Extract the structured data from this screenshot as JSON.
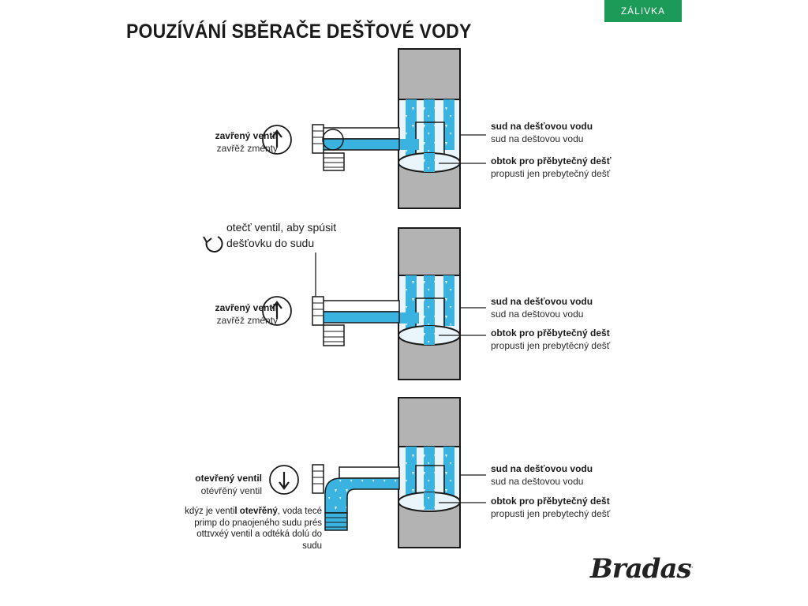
{
  "header": {
    "title": "POUZÍVÁNÍ SBĚRAČE DEŠŤOVÉ VODY",
    "badge": "ZÁLIVKA"
  },
  "colors": {
    "water": "#3bb3e0",
    "pipe": "#b3b3b3",
    "outline": "#1a1a1a",
    "badge": "#1c9a58"
  },
  "panels": [
    {
      "state_title": "zavřený ventil",
      "state_sub": "zavřěž zménty",
      "arrow": "up",
      "right_label_1": "sud na dešťovou vodu",
      "right_sub_1": "sud na deštovou vodu",
      "right_label_2": "obtok pro přěbytečný dešť",
      "right_sub_2": "propusti jen prebytečný dešť"
    },
    {
      "state_title": "zavřený ventil",
      "state_sub": "zavřěž zménty",
      "arrow": "up",
      "right_label_1": "sud na dešťovou vodu",
      "right_sub_1": "sud na deštovou vodu",
      "right_label_2": "obtok pro přěbytečný dešt",
      "right_sub_2": "propusti jen prebytěcný dešť"
    },
    {
      "state_title": "otevřený ventil",
      "state_sub": "otévřěný ventil",
      "arrow": "down",
      "right_label_1": "sud na dešťovou vodu",
      "right_sub_1": "sud na deštovou vodu",
      "right_label_2": "obtok pro přěbytečný dešt",
      "right_sub_2": "propusti jen prebytechý dešť"
    }
  ],
  "instruction": {
    "line1": "otečť ventil, aby spúsit",
    "line2": "dešťovku do sudu"
  },
  "note": {
    "part1": "kdýz je venti",
    "part1_bold": "l otevřěný",
    "part2": ", voda tecé primp do pnaojeného sudu prés ottɪvxéý ventil a odtéká dolú do sudu"
  },
  "logo": {
    "text": "Bradas",
    "mark": "."
  }
}
